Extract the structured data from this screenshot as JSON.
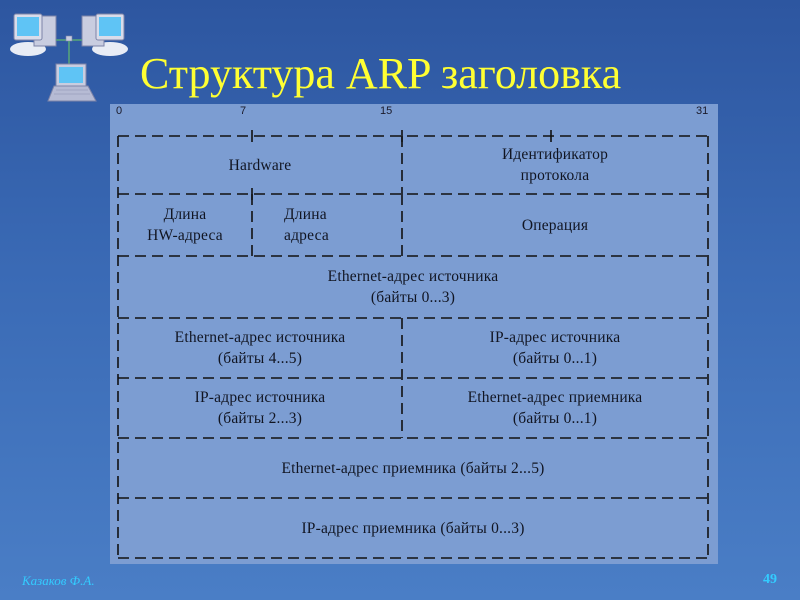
{
  "slide": {
    "title": "Структура ARP заголовка",
    "logo_icon": "network-computers-icon",
    "footer": {
      "author": "Казаков Ф.А.",
      "page_number": "49"
    },
    "colors": {
      "title": "#ffff33",
      "background": "#3a6ab5",
      "diagram_fill": "#7c9dd2",
      "footer_text": "#33ccff"
    }
  },
  "diagram": {
    "bit_labels": [
      "0",
      "7",
      "15",
      "31"
    ],
    "rows": [
      {
        "cells": [
          {
            "label": "Hardware",
            "span_bits": [
              0,
              15
            ]
          },
          {
            "label": "Идентификатор\nпротокола",
            "span_bits": [
              16,
              31
            ]
          }
        ]
      },
      {
        "cells": [
          {
            "label": "Длина\nHW-адреса",
            "span_bits": [
              0,
              7
            ]
          },
          {
            "label": "Длина\nадреса",
            "span_bits": [
              8,
              15
            ]
          },
          {
            "label": "Операция",
            "span_bits": [
              16,
              31
            ]
          }
        ]
      },
      {
        "cells": [
          {
            "label": "Ethernet-адрес источника\n(байты 0...3)",
            "span_bits": [
              0,
              31
            ]
          }
        ]
      },
      {
        "cells": [
          {
            "label": "Ethernet-адрес источника\n(байты 4...5)",
            "span_bits": [
              0,
              15
            ]
          },
          {
            "label": "IP-адрес источника\n(байты 0...1)",
            "span_bits": [
              16,
              31
            ]
          }
        ]
      },
      {
        "cells": [
          {
            "label": "IP-адрес источника\n(байты 2...3)",
            "span_bits": [
              0,
              15
            ]
          },
          {
            "label": "Ethernet-адрес приемника\n(байты 0...1)",
            "span_bits": [
              16,
              31
            ]
          }
        ]
      },
      {
        "cells": [
          {
            "label": "Ethernet-адрес приемника (байты 2...5)",
            "span_bits": [
              0,
              31
            ]
          }
        ]
      },
      {
        "cells": [
          {
            "label": "IP-адрес приемника (байты 0...3)",
            "span_bits": [
              0,
              31
            ]
          }
        ]
      }
    ]
  }
}
